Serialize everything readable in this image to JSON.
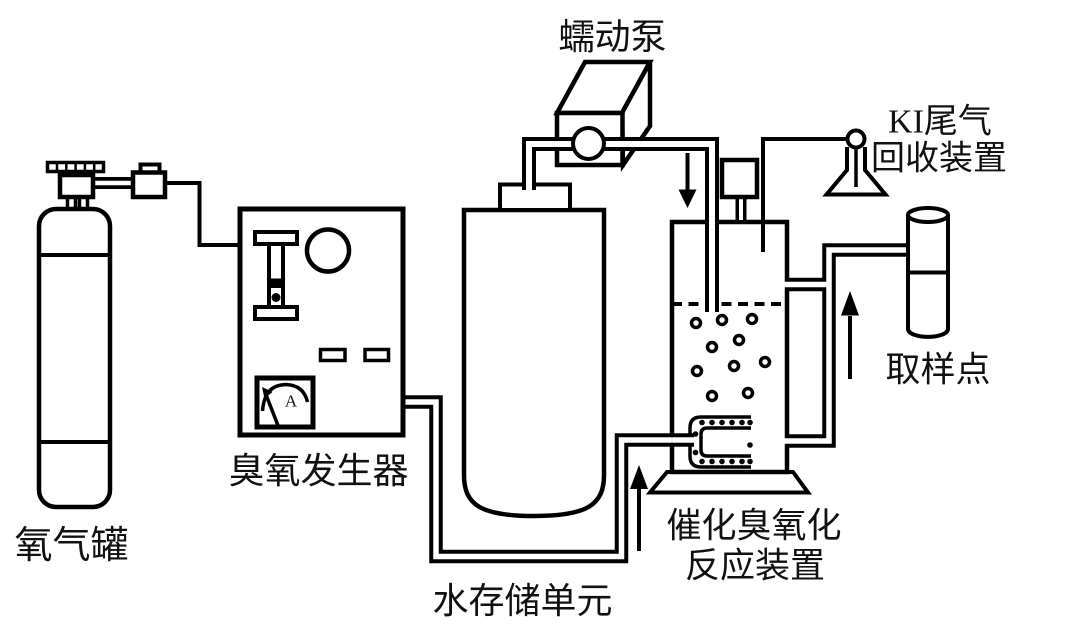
{
  "diagram": {
    "type": "laboratory-apparatus-schematic",
    "colors": {
      "line": "#000000",
      "background": "#ffffff",
      "text": "#111111"
    },
    "labels": {
      "oxygen_tank": "氧气罐",
      "ozone_generator": "臭氧发生器",
      "water_storage_unit": "水存储单元",
      "peristaltic_pump": "蠕动泵",
      "reactor_line1": "催化臭氧化",
      "reactor_line2": "反应装置",
      "ki_trap_line1": "KI尾气",
      "ki_trap_line2": "回收装置",
      "sampling_point": "取样点",
      "ammeter_unit": "A"
    }
  }
}
